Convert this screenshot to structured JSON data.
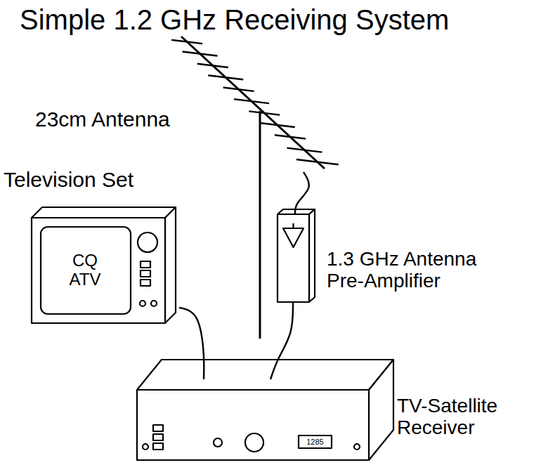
{
  "diagram": {
    "title": "Simple 1.2 GHz Receiving System",
    "nodes": [
      {
        "text": [
          "Television Set",
          "CQ ATV"
        ]
      },
      {
        "text": [
          "23cm Antenna"
        ]
      },
      {
        "text": [
          "1.3 GHz Antenna Pre-Amplifier"
        ]
      },
      {
        "text": [
          "1285",
          "TV-Satellite Receiver"
        ]
      }
    ],
    "edges": [
      {
        "from": 1,
        "to": 2,
        "arrow": "none"
      },
      {
        "from": 2,
        "to": 3,
        "arrow": "none"
      },
      {
        "from": 3,
        "to": 0,
        "arrow": "none"
      }
    ]
  }
}
